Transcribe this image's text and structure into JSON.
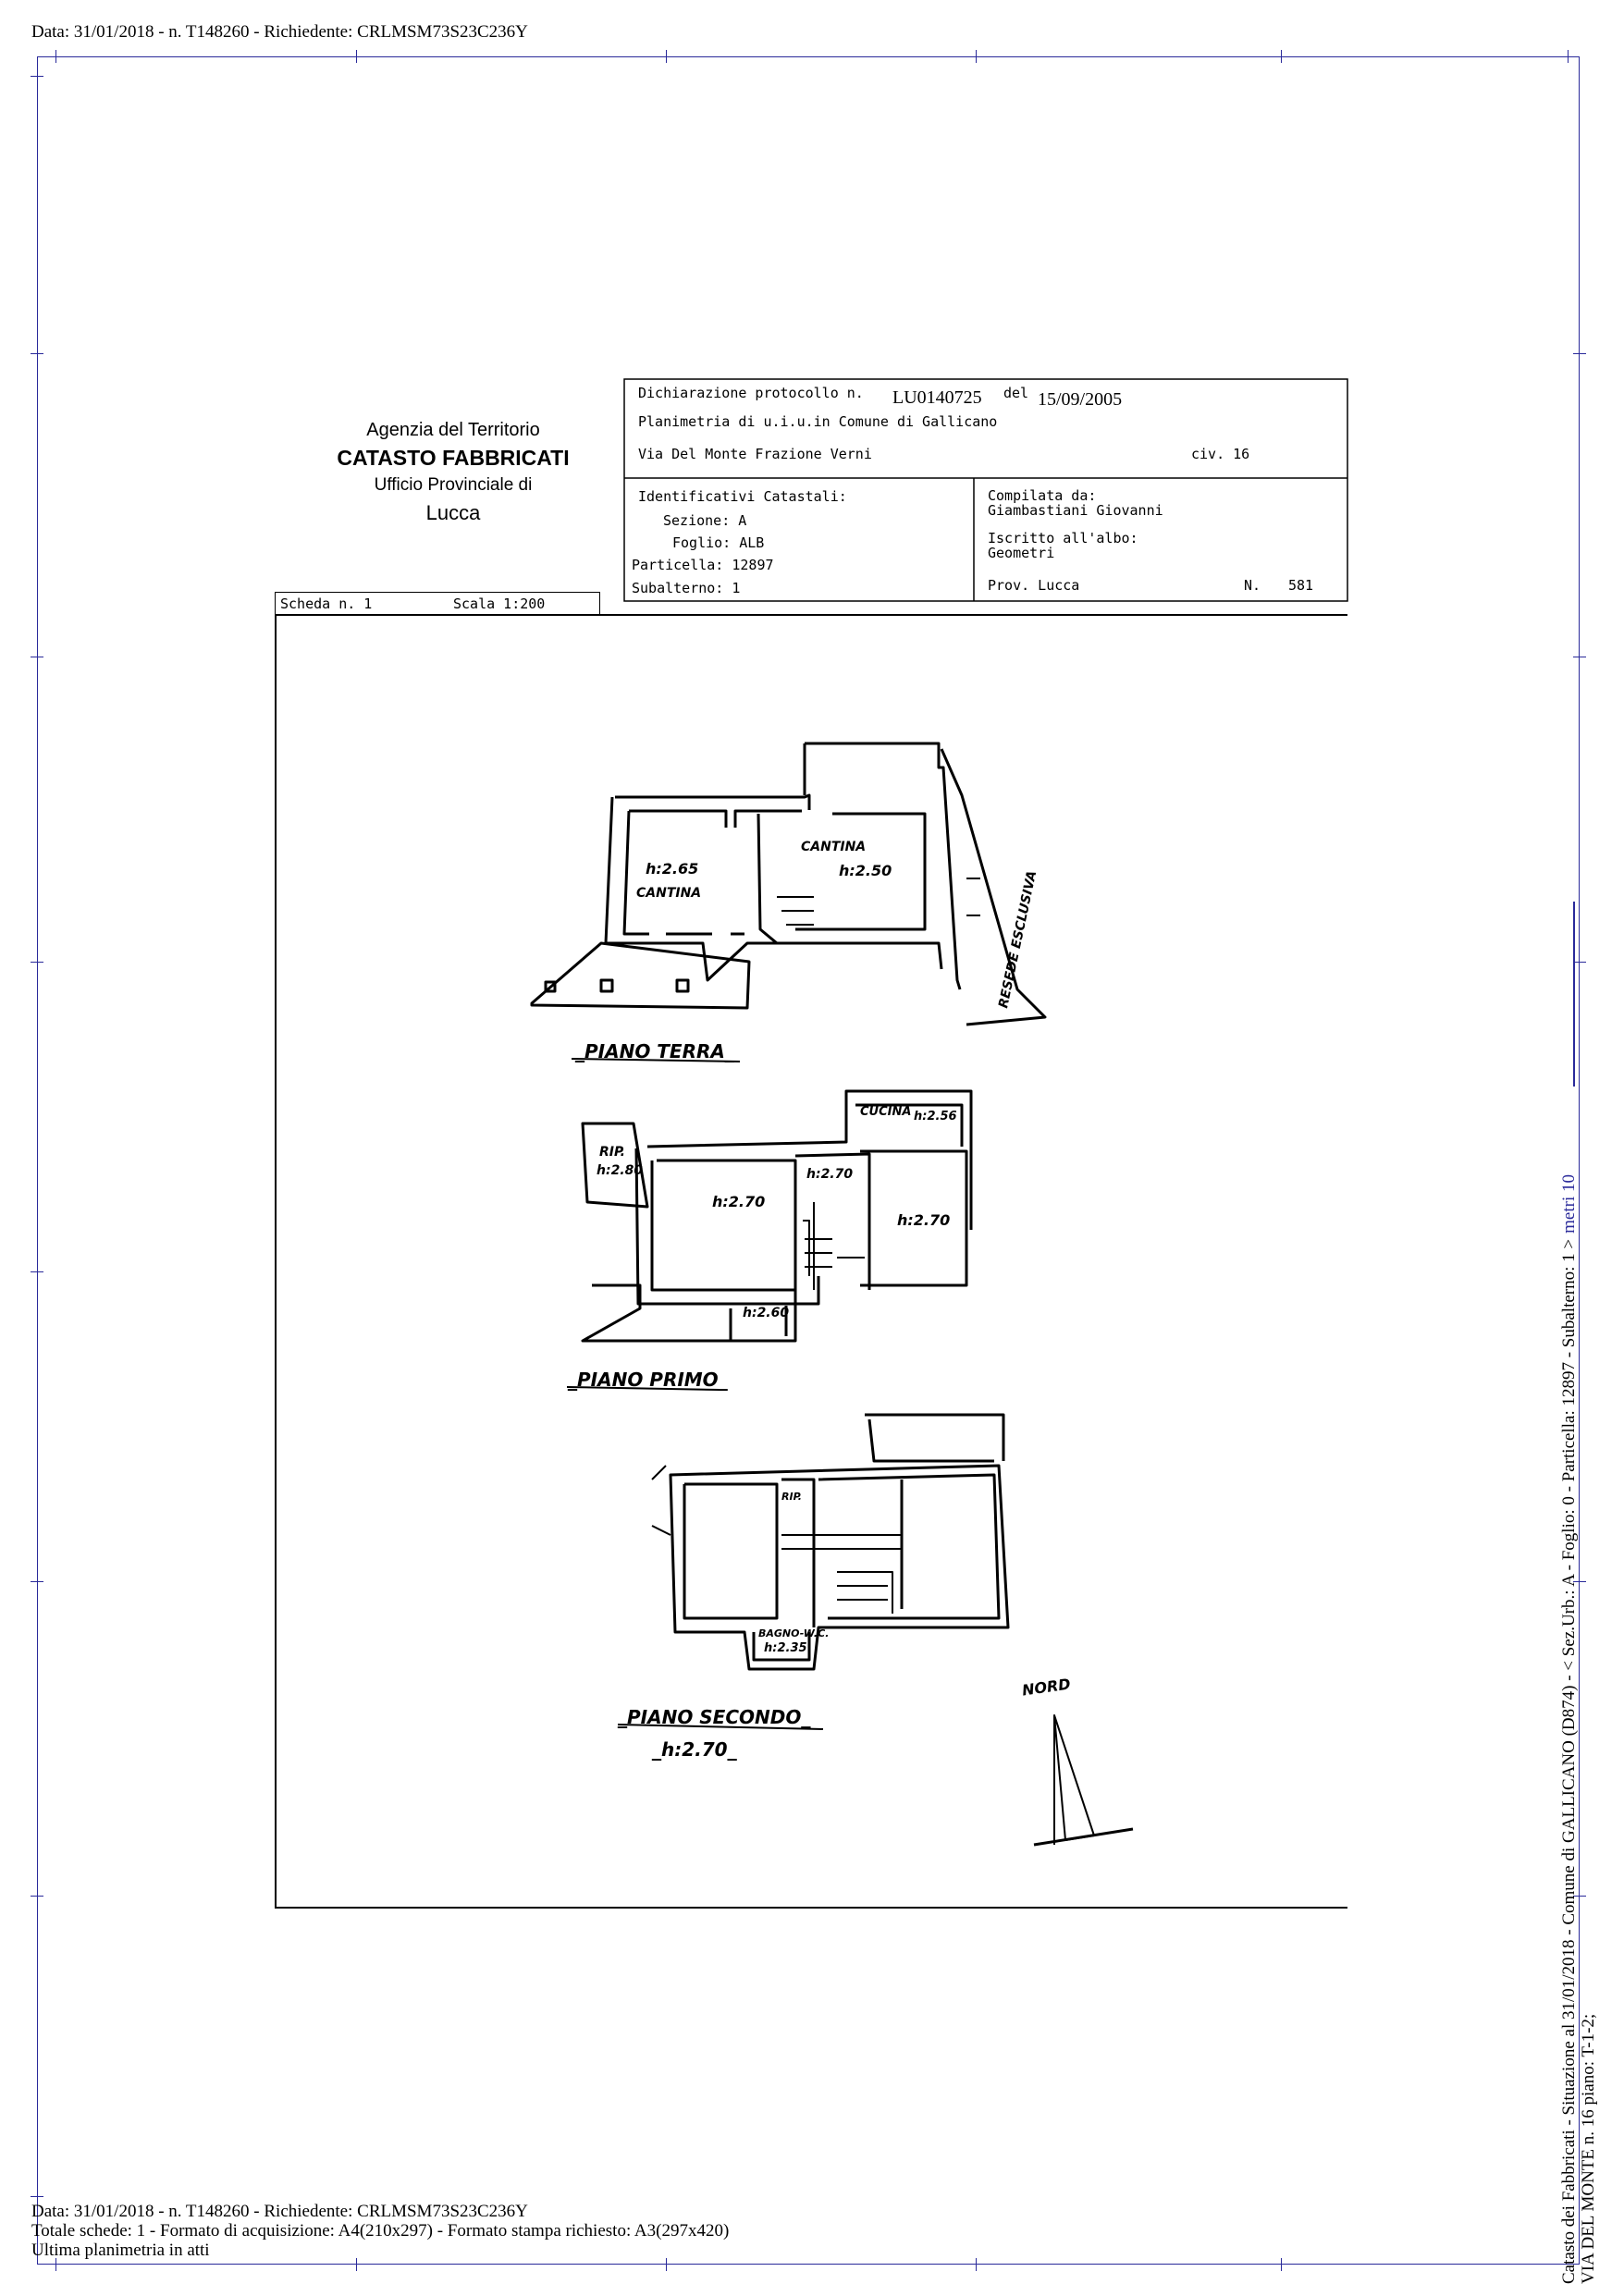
{
  "header": {
    "top_line": "Data: 31/01/2018 - n. T148260 - Richiedente: CRLMSM73S23C236Y"
  },
  "agency": {
    "line1": "Agenzia del Territorio",
    "line2": "CATASTO FABBRICATI",
    "line3": "Ufficio Provinciale di",
    "line4": "Lucca"
  },
  "title_block": {
    "protocol_label": "Dichiarazione protocollo n.",
    "protocol_number": "LU0140725",
    "del_label": "del",
    "date": "15/09/2005",
    "planimetria": "Planimetria di u.i.u.in Comune di Gallicano",
    "address": "Via Del Monte Frazione Verni",
    "civ": "civ. 16",
    "identificativi": "Identificativi Catastali:",
    "sezione": "Sezione: A",
    "foglio": "Foglio: ALB",
    "particella": "Particella: 12897",
    "subalterno": "Subalterno: 1",
    "compilata_label": "Compilata da:",
    "compilata_name": "Giambastiani Giovanni",
    "iscritto": "Iscritto all'albo:",
    "albo": "Geometri",
    "prov": "Prov. Lucca",
    "n_label": "N.",
    "n_value": "581"
  },
  "scheda": {
    "scheda": "Scheda n. 1",
    "scala": "Scala 1:200"
  },
  "plan_labels": {
    "cantina_1": "CANTINA",
    "h_265": "h:2.65",
    "cantina_2": "CANTINA",
    "h_250": "h:2.50",
    "resede": "RESEDE ESCLUSIVA",
    "piano_terra": "_PIANO TERRA_",
    "rip_1": "RIP.",
    "h_280": "h:2.80",
    "h_270_a": "h:2.70",
    "h_270_b": "h:2.70",
    "h_270_c": "h:2.70",
    "cucina": "CUCINA",
    "h_256": "h:2.56",
    "h_260": "h:2.60",
    "piano_primo": "_PIANO PRIMO_",
    "rip_2": "RIP.",
    "bagno": "BAGNO-W.C.",
    "h_235": "h:2.35",
    "piano_secondo": "_PIANO SECONDO_",
    "h_270_d": "_h:2.70_",
    "nord": "NORD"
  },
  "footer": {
    "line1": "Data: 31/01/2018 - n. T148260 - Richiedente: CRLMSM73S23C236Y",
    "line2": "Totale schede: 1 - Formato di acquisizione: A4(210x297)  - Formato stampa richiesto: A3(297x420)",
    "line3": "Ultima planimetria in atti"
  },
  "side": {
    "line1": "Catasto dei Fabbricati - Situazione al 31/01/2018 - Comune di GALLICANO (D874) - < Sez.Urb.: A - Foglio: 0 - Particella: 12897 - Subalterno: 1 >",
    "scale_label": "metri 10",
    "line2": "VIA DEL MONTE n. 16 piano: T-1-2;"
  }
}
